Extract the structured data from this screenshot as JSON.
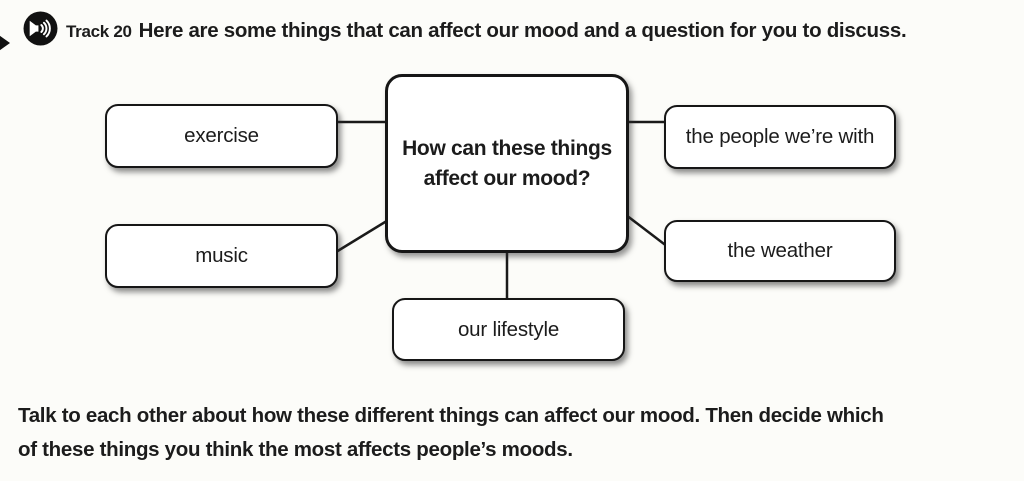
{
  "colors": {
    "ink": "#1c1c1c",
    "box_fill": "#ffffff",
    "background": "#fcfcf9"
  },
  "header": {
    "page_arrow_icon": "right-pointing-triangle-marker",
    "audio_icon": "speaker-with-sound-waves",
    "track_label": "Track 20",
    "instruction": "Here are some things that can affect our mood and a question for you to discuss."
  },
  "diagram": {
    "center": {
      "line1": "How can these things",
      "line2": "affect our mood?"
    },
    "nodes": [
      {
        "id": "exercise",
        "label": "exercise"
      },
      {
        "id": "music",
        "label": "music"
      },
      {
        "id": "people",
        "label": "the people we’re with"
      },
      {
        "id": "weather",
        "label": "the weather"
      },
      {
        "id": "lifestyle",
        "label": "our lifestyle"
      }
    ]
  },
  "footer": {
    "line1": "Talk to each other about how these different things can affect our mood. Then decide which",
    "line2": "of these things you think the most affects people’s moods."
  }
}
